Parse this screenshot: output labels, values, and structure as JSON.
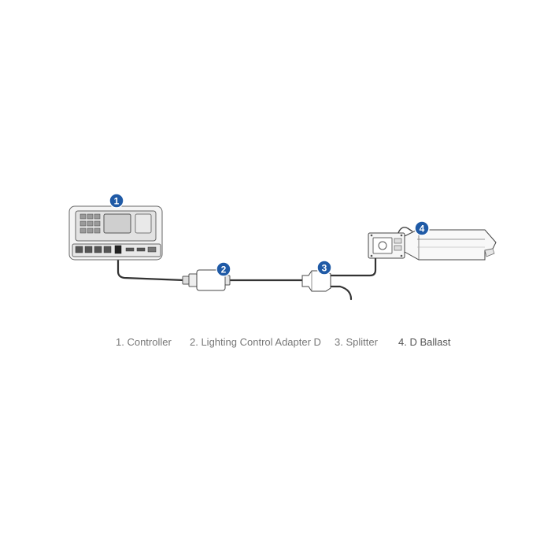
{
  "badges": [
    "1",
    "2",
    "3",
    "4"
  ],
  "labels": [
    "1. Controller",
    "2. Lighting Control Adapter D",
    "3. Splitter",
    "4.  D Ballast"
  ],
  "colors": {
    "badge_fill": "#1f5aa6",
    "badge_stroke": "#ffffff",
    "outline": "#555555",
    "cable": "#333333",
    "label_text": "#777777"
  }
}
